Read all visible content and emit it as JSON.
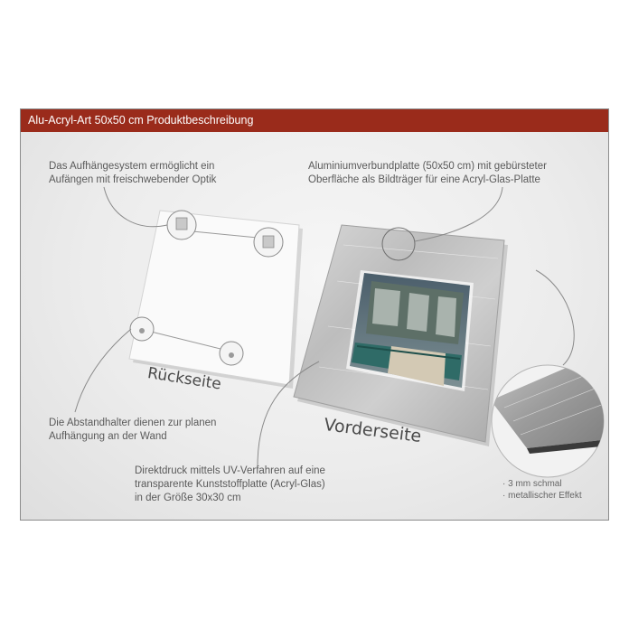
{
  "header": {
    "title": "Alu-Acryl-Art 50x50 cm Produktbeschreibung",
    "background_color": "#9a2b1b"
  },
  "captions": {
    "suspension_system": {
      "line1": "Das Aufhängesystem ermöglicht ein",
      "line2": "Aufängen mit freischwebender Optik"
    },
    "aluminium_panel": {
      "line1": "Aluminiumverbundplatte (50x50 cm) mit gebürsteter",
      "line2": "Oberfläche als Bildträger für eine Acryl-Glas-Platte"
    },
    "spacers": {
      "line1": "Die Abstandhalter dienen zur planen",
      "line2": "Aufhängung an der Wand"
    },
    "direct_print": {
      "line1": "Direktdruck mittels UV-Verfahren auf eine",
      "line2": "transparente Kunststoffplatte (Acryl-Glas)",
      "line3": "in der Größe 30x30 cm"
    },
    "edge_detail": {
      "line1": "· 3 mm schmal",
      "line2": "· metallischer Effekt"
    }
  },
  "labels": {
    "back_side": "Rückseite",
    "front_side": "Vorderseite"
  }
}
